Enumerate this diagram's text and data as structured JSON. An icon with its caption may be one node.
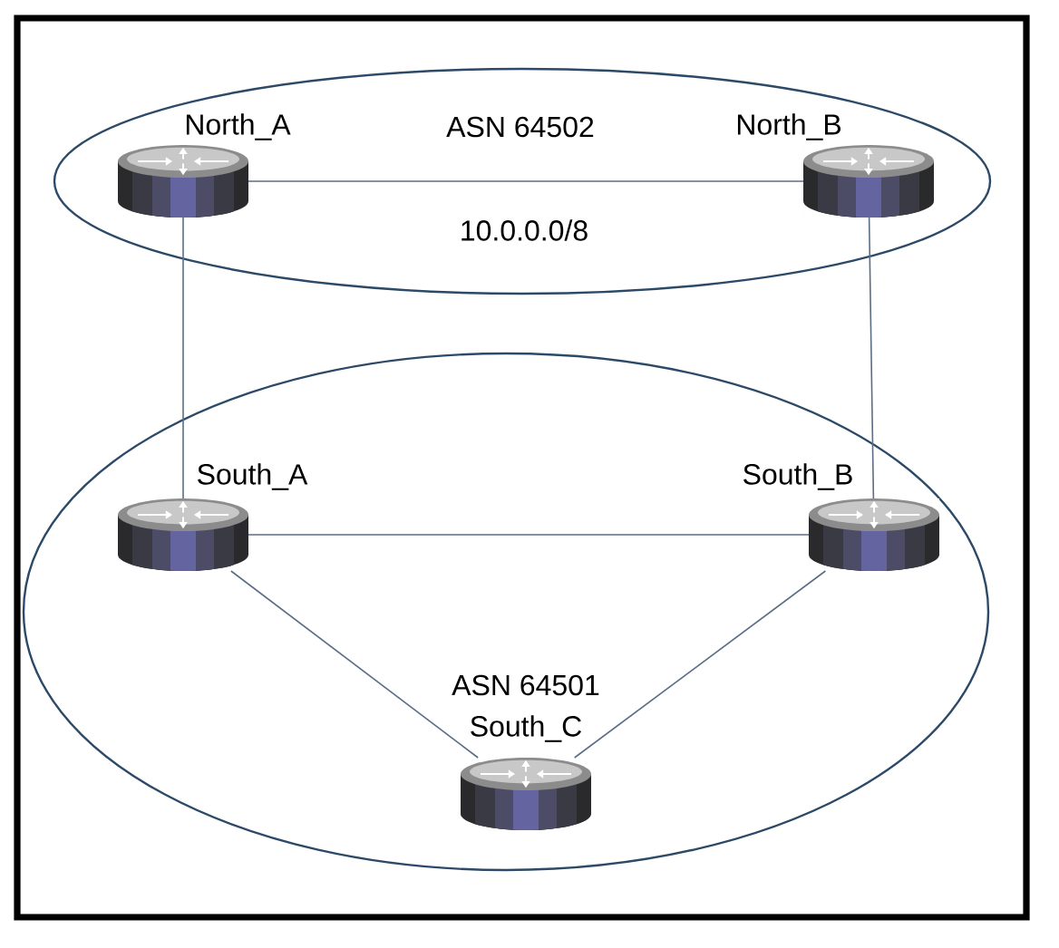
{
  "diagram": {
    "nodes": [
      {
        "text": [
          "ASN 64502",
          "10.0.0.0/8"
        ]
      },
      {
        "text": [
          "North_A"
        ],
        "in": 0
      },
      {
        "text": [
          "North_B"
        ],
        "in": 0
      },
      {
        "text": [
          "ASN 64501"
        ]
      },
      {
        "text": [
          "South_A"
        ],
        "in": 3
      },
      {
        "text": [
          "South_B"
        ],
        "in": 3
      },
      {
        "text": [
          "South_C"
        ],
        "in": 3
      }
    ],
    "edges": [
      {
        "from": 1,
        "to": 2,
        "arrow": "none"
      },
      {
        "from": 1,
        "to": 4,
        "arrow": "none"
      },
      {
        "from": 2,
        "to": 5,
        "arrow": "none"
      },
      {
        "from": 4,
        "to": 5,
        "arrow": "none"
      },
      {
        "from": 4,
        "to": 6,
        "arrow": "none"
      },
      {
        "from": 5,
        "to": 6,
        "arrow": "none"
      }
    ]
  }
}
